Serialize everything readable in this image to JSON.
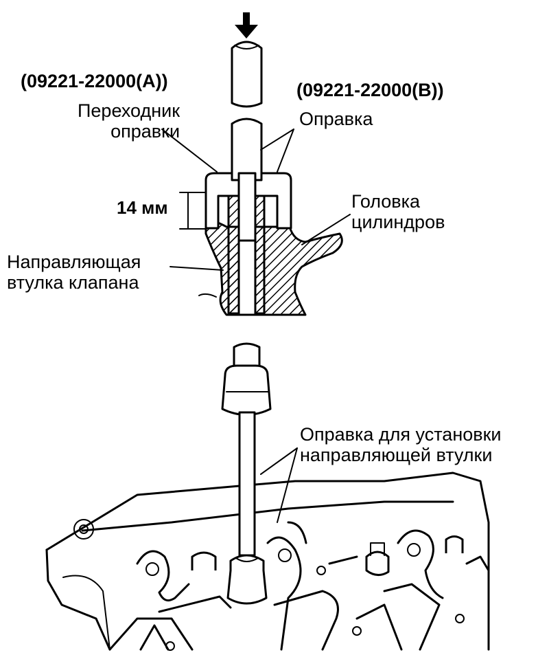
{
  "labels": {
    "tool_a_code": "(09221-22000(A))",
    "tool_b_code": "(09221-22000(B))",
    "adapter_line1": "Переходник",
    "adapter_line2": "оправки",
    "mandrel": "Оправка",
    "dimension": "14 мм",
    "head_line1": "Головка",
    "head_line2": "цилиндров",
    "guide_line1": "Направляющая",
    "guide_line2": "втулка клапана",
    "installer_line1": "Оправка для установки",
    "installer_line2": "направляющей втулки"
  }
}
